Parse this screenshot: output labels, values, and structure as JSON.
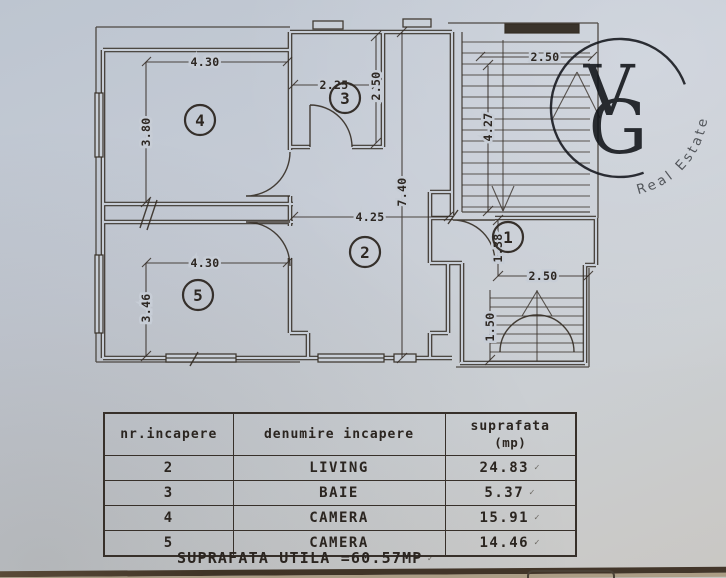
{
  "plan": {
    "rooms": [
      {
        "n": "1"
      },
      {
        "n": "2"
      },
      {
        "n": "3"
      },
      {
        "n": "4"
      },
      {
        "n": "5"
      }
    ],
    "dims": [
      "4.30",
      "3.80",
      "2.25",
      "2.50",
      "7.40",
      "4.25",
      "4.30",
      "3.46",
      "1.38",
      "2.50",
      "1.50",
      "2.50",
      "4.27"
    ]
  },
  "logo": {
    "v": "V",
    "g": "G",
    "tagline": "Real Estate"
  },
  "table": {
    "headers": {
      "col1": "nr.incapere",
      "col2": "denumire incapere",
      "col3a": "suprafata",
      "col3b": "(mp)"
    },
    "rows": [
      {
        "nr": "2",
        "name": "LIVING",
        "area": "24.83",
        "tick": "✓"
      },
      {
        "nr": "3",
        "name": "BAIE",
        "area": "5.37",
        "tick": "✓"
      },
      {
        "nr": "4",
        "name": "CAMERA",
        "area": "15.91",
        "tick": "✓"
      },
      {
        "nr": "5",
        "name": "CAMERA",
        "area": "14.46",
        "tick": "✓"
      }
    ]
  },
  "total": {
    "text": "SUPRAFATA UTILA =60.57MP",
    "tick": "✓"
  }
}
